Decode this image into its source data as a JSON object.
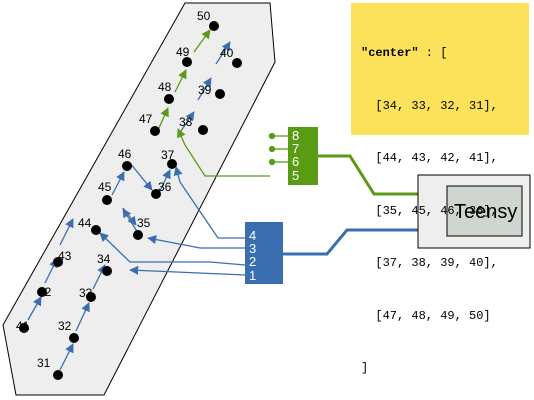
{
  "code": {
    "key": "\"center\"",
    "separator": " : [",
    "rows": [
      "  [34, 33, 32, 31],",
      "  [44, 43, 42, 41],",
      "  [35, 45, 46, 36],",
      "  [37, 38, 39, 40],",
      "  [47, 48, 49, 50]"
    ],
    "close": "]"
  },
  "leds": [
    "31",
    "32",
    "33",
    "34",
    "35",
    "36",
    "37",
    "38",
    "39",
    "40",
    "41",
    "42",
    "43",
    "44",
    "45",
    "46",
    "47",
    "48",
    "49",
    "50"
  ],
  "blue_header": {
    "pins": [
      "4",
      "3",
      "2",
      "1"
    ]
  },
  "green_header": {
    "pins": [
      "8",
      "7",
      "6",
      "5"
    ]
  },
  "teensy": {
    "label": "Teensy"
  },
  "colors": {
    "panel": "#eeeeee",
    "blue": "#3a6eb0",
    "green": "#5a9b16",
    "code_bg": "#fce25a"
  }
}
